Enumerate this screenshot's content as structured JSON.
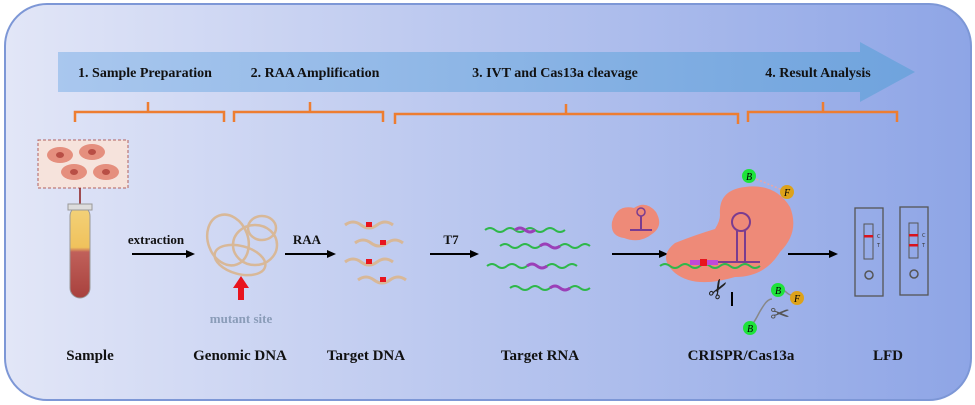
{
  "colors": {
    "panel_start": "#e2e6f7",
    "panel_end": "#8ea5e6",
    "arrow": "#7eaee0",
    "brace": "#ed7d31",
    "cas13a": "#ee8a78",
    "rna": "#2eb84a",
    "mutant": "#e8141e"
  },
  "steps": [
    {
      "label": "1. Sample Preparation"
    },
    {
      "label": "2. RAA  Amplification"
    },
    {
      "label": "3. IVT and Cas13a cleavage"
    },
    {
      "label": "4. Result Analysis"
    }
  ],
  "arrow_labels": {
    "extraction": "extraction",
    "raa": "RAA",
    "t7": "T7"
  },
  "annotations": {
    "mutant_site": "mutant site",
    "biotin": "B",
    "fam": "F",
    "control_line": "C",
    "test_line": "T"
  },
  "stages": [
    {
      "label": "Sample"
    },
    {
      "label": "Genomic DNA"
    },
    {
      "label": "Target DNA"
    },
    {
      "label": "Target RNA"
    },
    {
      "label": "CRISPR/Cas13a"
    },
    {
      "label": "LFD"
    }
  ]
}
